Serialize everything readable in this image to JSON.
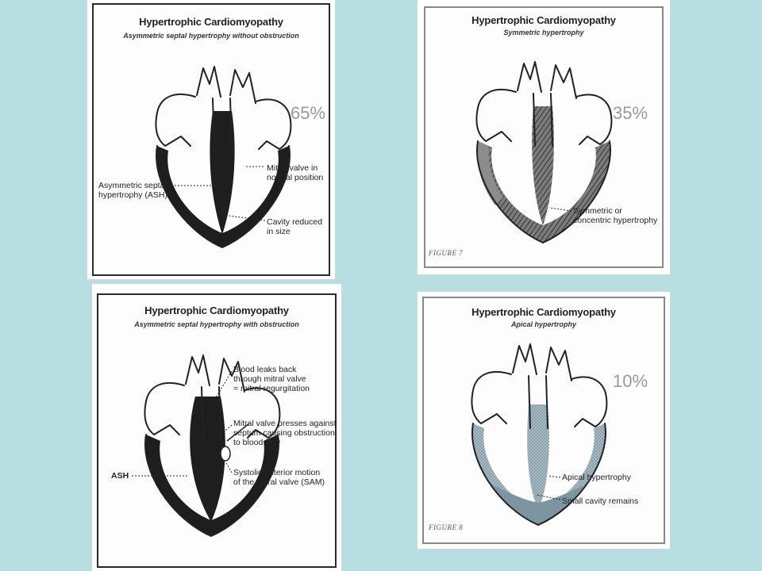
{
  "panels": {
    "asymmetric_no_obstruction": {
      "title": "Hypertrophic Cardiomyopathy",
      "subtitle": "Asymmetric septal hypertrophy without obstruction",
      "labels": {
        "ash_line1": "Asymmetric septal",
        "ash_line2": "hypertrophy (ASH)",
        "mitral_line1": "Mitral valve in",
        "mitral_line2": "normal position",
        "cavity_line1": "Cavity reduced",
        "cavity_line2": "in size"
      },
      "percentage": "65%"
    },
    "symmetric": {
      "title": "Hypertrophic Cardiomyopathy",
      "subtitle": "Symmetric hypertrophy",
      "labels": {
        "sym_line1": "Symmetric or",
        "sym_line2": "concentric hypertrophy"
      },
      "figure": "FIGURE 7",
      "percentage": "35%"
    },
    "asymmetric_obstruction": {
      "title": "Hypertrophic Cardiomyopathy",
      "subtitle": "Asymmetric septal hypertrophy with obstruction",
      "labels": {
        "leak_line1": "Blood leaks back",
        "leak_line2": "through mitral valve",
        "leak_line3": "= mitral regurgitation",
        "press_line1": "Mitral valve presses against",
        "press_line2": "septum causing obstruction",
        "press_line3": "to blood flow",
        "sam_line1": "Systolic anterior motion",
        "sam_line2": "of the mitral valve (SAM)",
        "ash": "ASH"
      }
    },
    "apical": {
      "title": "Hypertrophic Cardiomyopathy",
      "subtitle": "Apical hypertrophy",
      "labels": {
        "apical": "Apical hypertrophy",
        "cavity": "Small cavity remains"
      },
      "figure": "FIGURE 8",
      "percentage": "10%"
    }
  },
  "colors": {
    "background": "#b7dfe2",
    "percentage_text": "#9a9a9a",
    "heavy_fill": "#1e1e1e",
    "hatch_fill": "#555555",
    "stipple_fill": "#8ea3ac"
  }
}
